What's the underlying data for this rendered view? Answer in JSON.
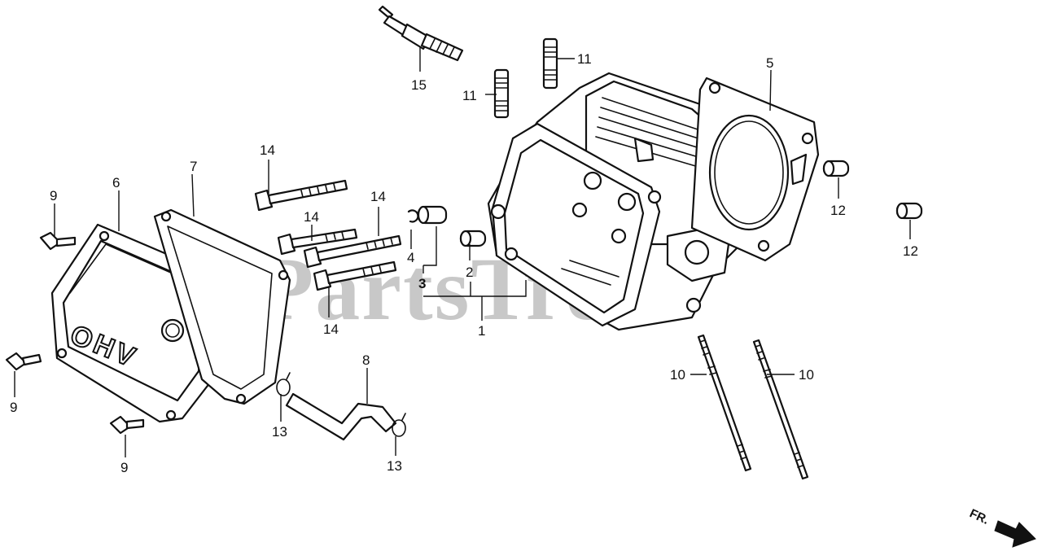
{
  "diagram": {
    "watermark": "PartsTree",
    "cover_emboss": "OHV",
    "direction_label": "FR.",
    "callouts": {
      "c1": "1",
      "c2": "2",
      "c3": "3",
      "c4": "4",
      "c5": "5",
      "c6": "6",
      "c7": "7",
      "c8": "8",
      "c9a": "9",
      "c9b": "9",
      "c9c": "9",
      "c10a": "10",
      "c10b": "10",
      "c11a": "11",
      "c11b": "11",
      "c12a": "12",
      "c12b": "12",
      "c13a": "13",
      "c13b": "13",
      "c14a": "14",
      "c14b": "14",
      "c14c": "14",
      "c14d": "14",
      "c15": "15"
    }
  }
}
